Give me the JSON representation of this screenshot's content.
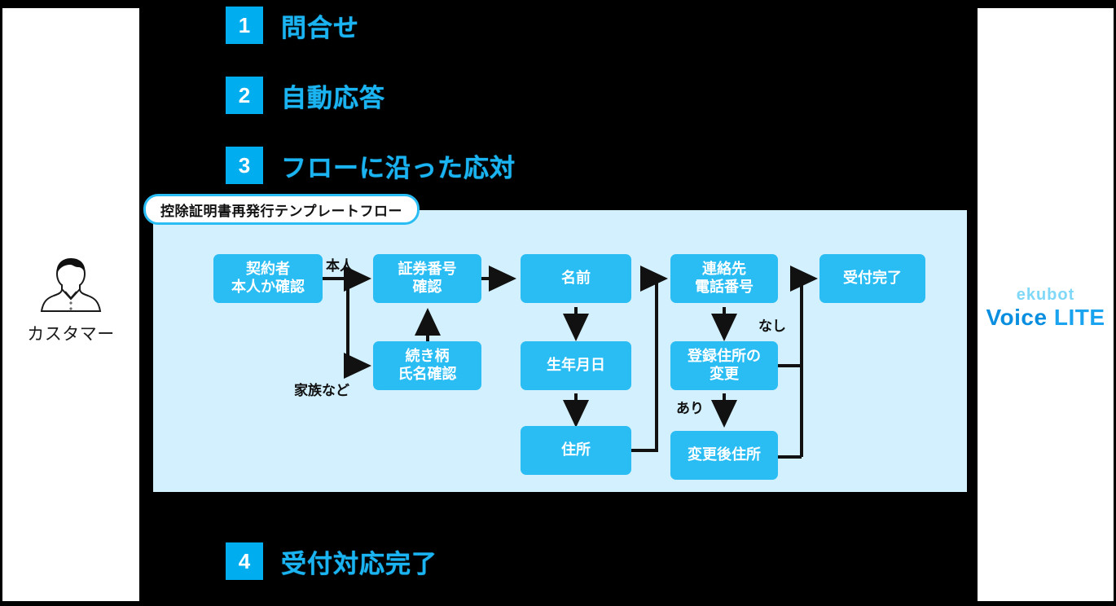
{
  "page": {
    "background_color": "#000000",
    "accent_color": "#1BB4F2",
    "node_color": "#29BDF4",
    "panel_color": "#D2F0FD"
  },
  "customer": {
    "icon": "person-avatar-icon",
    "label": "カスタマー"
  },
  "brand": {
    "top": "ekubot",
    "voice": "Voice ",
    "lite": "LITE"
  },
  "steps": [
    {
      "number": "1",
      "label": "問合せ"
    },
    {
      "number": "2",
      "label": "自動応答"
    },
    {
      "number": "3",
      "label": "フローに沿った応対"
    },
    {
      "number": "4",
      "label": "受付対応完了"
    }
  ],
  "flow": {
    "title": "控除証明書再発行テンプレートフロー",
    "nodes": [
      {
        "id": "contractor",
        "label": "契約者\n本人か確認"
      },
      {
        "id": "policy-number",
        "label": "証券番号\n確認"
      },
      {
        "id": "relationship",
        "label": "続き柄\n氏名確認"
      },
      {
        "id": "name",
        "label": "名前"
      },
      {
        "id": "birthdate",
        "label": "生年月日"
      },
      {
        "id": "address",
        "label": "住所"
      },
      {
        "id": "contact-phone",
        "label": "連絡先\n電話番号"
      },
      {
        "id": "address-change",
        "label": "登録住所の\n変更"
      },
      {
        "id": "new-address",
        "label": "変更後住所"
      },
      {
        "id": "complete",
        "label": "受付完了"
      }
    ],
    "edge_labels": {
      "self": "本人",
      "family": "家族など",
      "none": "なし",
      "yes": "あり"
    }
  }
}
